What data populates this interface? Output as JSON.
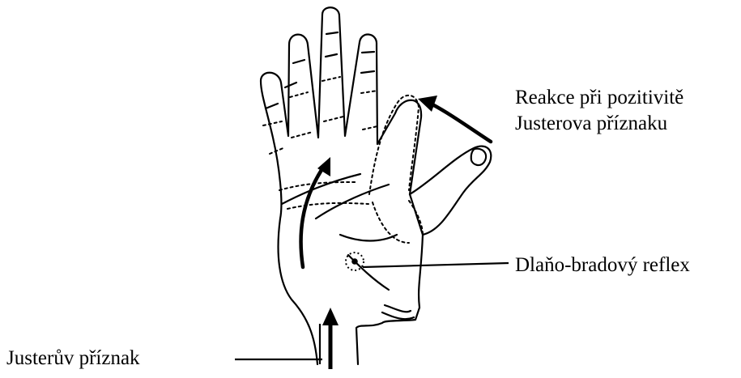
{
  "labels": {
    "reaction_line1": "Reakce při pozitivitě",
    "reaction_line2": "Justerova příznaku",
    "palm_chin_reflex": "Dlaňo-bradový reflex",
    "juster_sign": "Justerův příznak"
  },
  "colors": {
    "ink": "#000000",
    "background": "#ffffff"
  }
}
